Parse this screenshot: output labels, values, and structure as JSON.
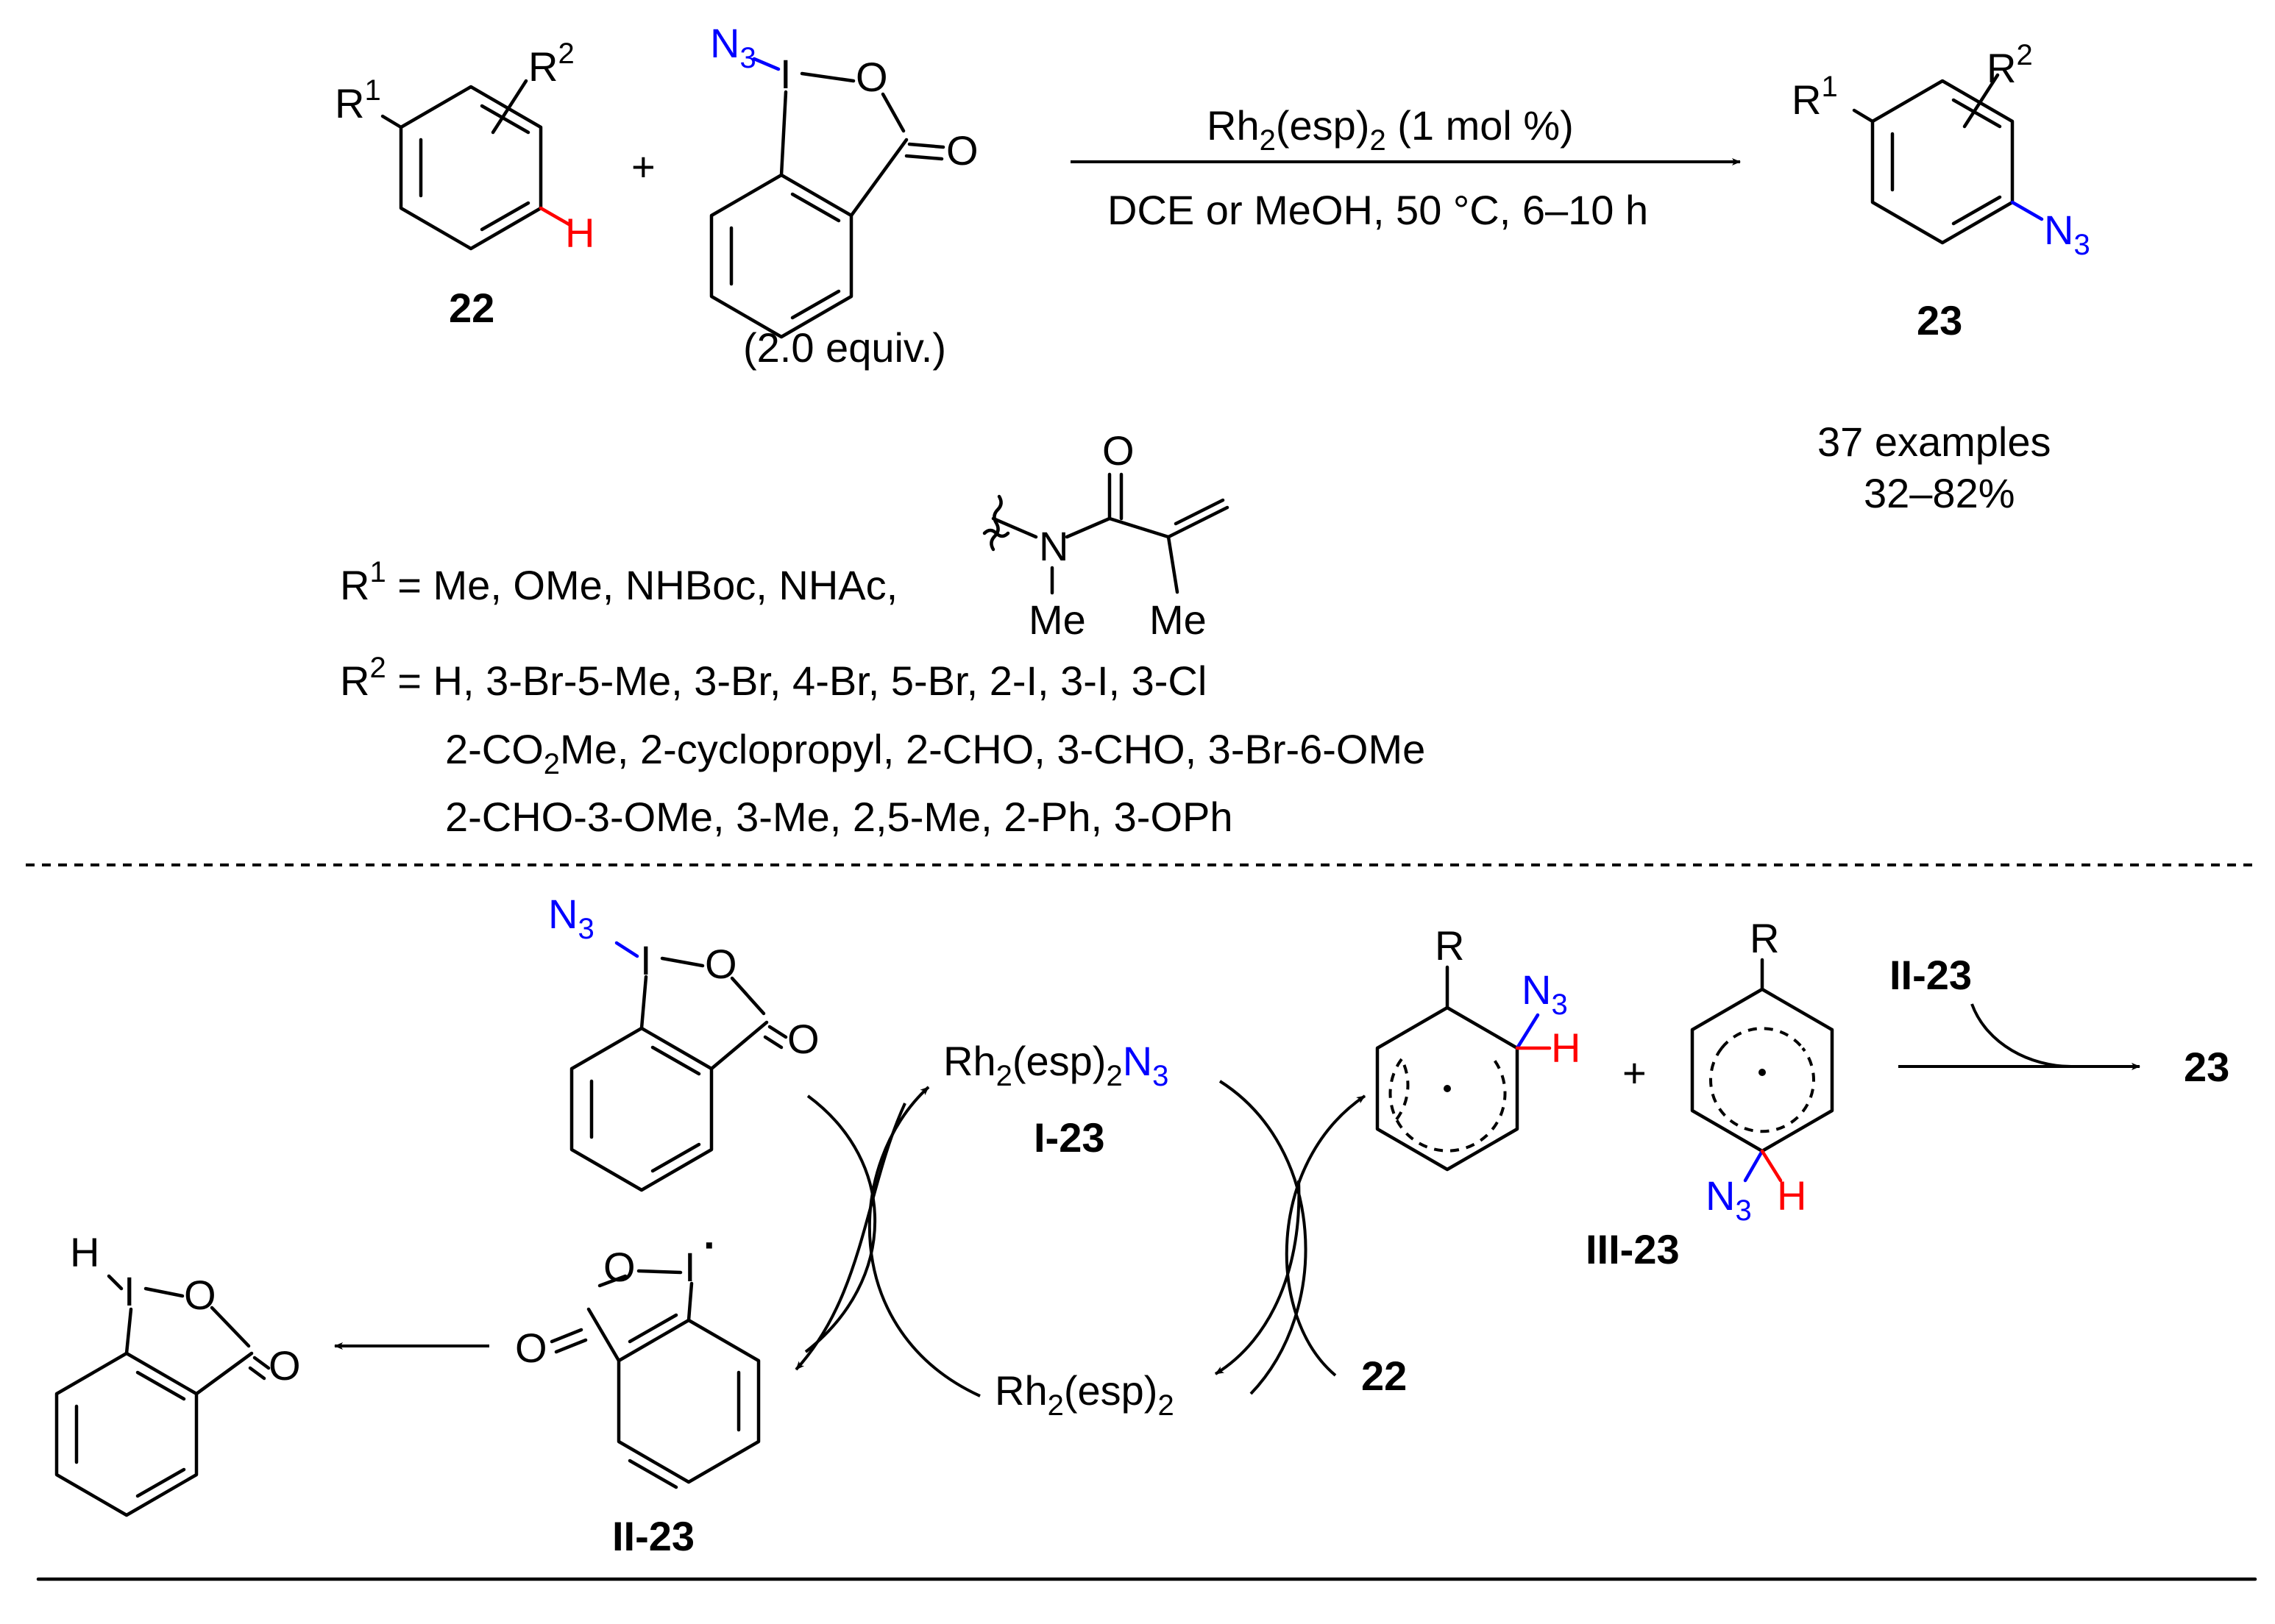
{
  "colors": {
    "azide": "#0000ff",
    "hydrogen_highlight": "#ff0000",
    "ink": "#000000"
  },
  "atoms": {
    "R": "R",
    "R1": "R",
    "R1_sup": "1",
    "R2": "R",
    "R2_sup": "2",
    "H": "H",
    "N3": "N",
    "N3_sub": "3",
    "I": "I",
    "O": "O",
    "N": "N",
    "Me": "Me"
  },
  "reaction": {
    "plus": "+",
    "reagent_equiv": "(2.0 equiv.)",
    "catalyst": {
      "prefix": "Rh",
      "sub": "2",
      "rest": "(esp)",
      "sub2": "2",
      "loading": " (1 mol %)"
    },
    "conditions": "DCE or MeOH, 50 °C, 6–10 h",
    "substrate_label": "22",
    "product_label": "23",
    "examples": "37 examples",
    "yield_range": "32–82%"
  },
  "scope": {
    "r1_label": "R",
    "r1_sup": "1",
    "r1_values": " = Me, OMe, NHBoc, NHAc,",
    "r2_label": "R",
    "r2_sup": "2",
    "r2_line1": " = H, 3-Br-5-Me, 3-Br, 4-Br, 5-Br, 2-I, 3-I, 3-Cl",
    "r2_line2_a": "2-CO",
    "r2_line2_sub": "2",
    "r2_line2_b": "Me, 2-cyclopropyl, 2-CHO, 3-CHO, 3-Br-6-OMe",
    "r2_line3": "2-CHO-3-OMe, 3-Me, 2,5-Me, 2-Ph, 3-OPh"
  },
  "mechanism": {
    "rh_azide": {
      "prefix": "Rh",
      "sub": "2",
      "rest": "(esp)",
      "sub2": "2",
      "n": "N",
      "n_sub": "3"
    },
    "rh_azide_label": "I-23",
    "rh_catalyst": {
      "prefix": "Rh",
      "sub": "2",
      "rest": "(esp)",
      "sub2": "2"
    },
    "radical_label": "II-23",
    "intermediate_label": "III-23",
    "substrate_label": "22",
    "product_label": "23",
    "arrow_reagent": "II-23",
    "plus": "+",
    "radical_dot": "·"
  }
}
